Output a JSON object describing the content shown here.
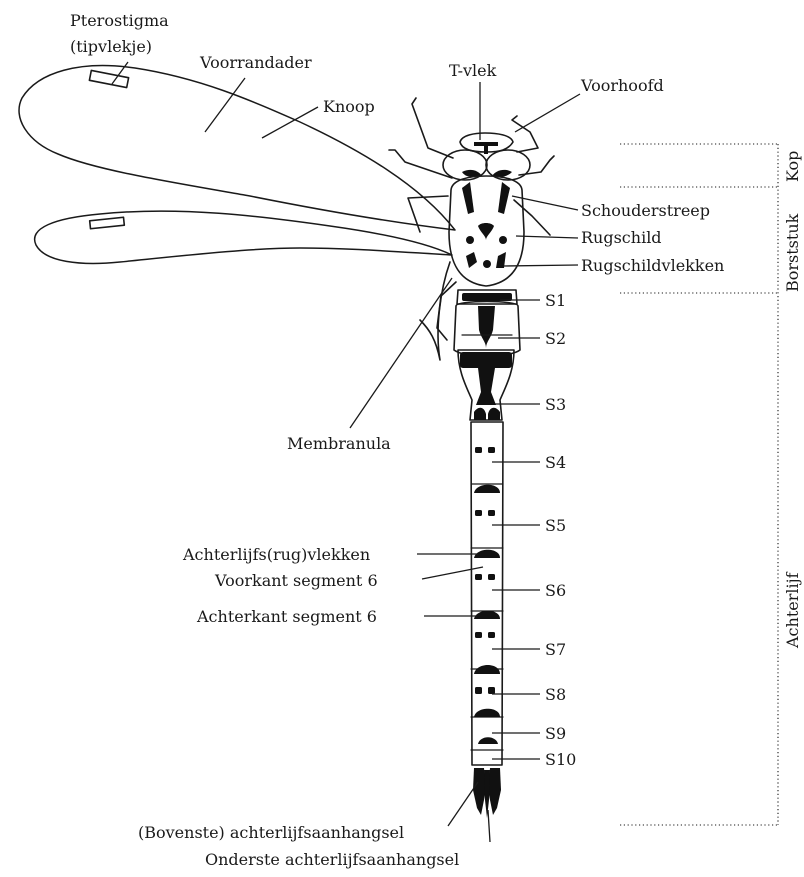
{
  "labels": {
    "pterostigma": "Pterostigma",
    "tipvlekje": "(tipvlekje)",
    "voorrandader": "Voorrandader",
    "knoop": "Knoop",
    "t_vlek": "T-vlek",
    "voorhoofd": "Voorhoofd",
    "schouderstreep": "Schouderstreep",
    "rugschild": "Rugschild",
    "rugschildvlekken": "Rugschildvlekken",
    "membranula": "Membranula",
    "achterlijfs_rugvlekken": "Achterlijfs(rug)vlekken",
    "voorkant_segment_6": "Voorkant segment 6",
    "achterkant_segment_6": "Achterkant segment 6",
    "bovenste_achterlijfsaanhangsel": "(Bovenste) achterlijfsaanhangsel",
    "onderste_achterlijfsaanhangsel": "Onderste achterlijfsaanhangsel"
  },
  "segments": [
    "S1",
    "S2",
    "S3",
    "S4",
    "S5",
    "S6",
    "S7",
    "S8",
    "S9",
    "S10"
  ],
  "body_regions": {
    "kop": "Kop",
    "borststuk": "Borststuk",
    "achterlijf": "Achterlijf"
  }
}
